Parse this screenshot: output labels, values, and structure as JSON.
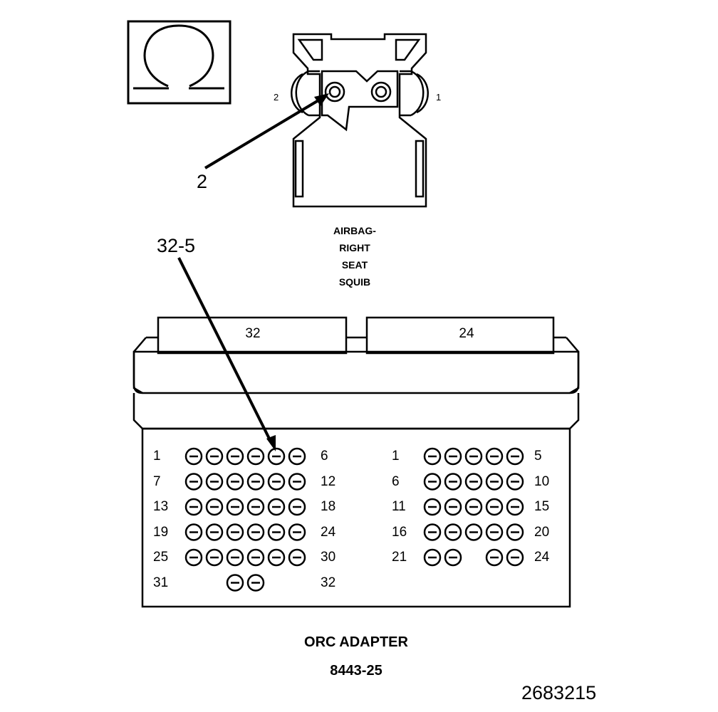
{
  "figure_number": "2683215",
  "ohm_symbol": {
    "icon": "ohm-icon",
    "glyph": "Ω"
  },
  "squib_connector": {
    "label_lines": [
      "AIRBAG-",
      "RIGHT",
      "SEAT",
      "SQUIB"
    ],
    "side_left": "2",
    "side_right": "1",
    "callout": "2"
  },
  "adapter": {
    "callout": "32-5",
    "title": "ORC ADAPTER",
    "part_number": "8443-25",
    "left_block": {
      "tab_label": "32",
      "rows": [
        {
          "start": "1",
          "end": "6",
          "pins": [
            1,
            1,
            1,
            1,
            1,
            1
          ]
        },
        {
          "start": "7",
          "end": "12",
          "pins": [
            1,
            1,
            1,
            1,
            1,
            1
          ]
        },
        {
          "start": "13",
          "end": "18",
          "pins": [
            1,
            1,
            1,
            1,
            1,
            1
          ]
        },
        {
          "start": "19",
          "end": "24",
          "pins": [
            1,
            1,
            1,
            1,
            1,
            1
          ]
        },
        {
          "start": "25",
          "end": "30",
          "pins": [
            1,
            1,
            1,
            1,
            1,
            1
          ]
        },
        {
          "start": "31",
          "end": "32",
          "pins": [
            0,
            0,
            1,
            1,
            0,
            0
          ]
        }
      ]
    },
    "right_block": {
      "tab_label": "24",
      "rows": [
        {
          "start": "1",
          "end": "5",
          "pins": [
            1,
            1,
            1,
            1,
            1
          ]
        },
        {
          "start": "6",
          "end": "10",
          "pins": [
            1,
            1,
            1,
            1,
            1
          ]
        },
        {
          "start": "11",
          "end": "15",
          "pins": [
            1,
            1,
            1,
            1,
            1
          ]
        },
        {
          "start": "16",
          "end": "20",
          "pins": [
            1,
            1,
            1,
            1,
            1
          ]
        },
        {
          "start": "21",
          "end": "24",
          "pins": [
            1,
            1,
            0,
            1,
            1
          ]
        }
      ]
    }
  }
}
